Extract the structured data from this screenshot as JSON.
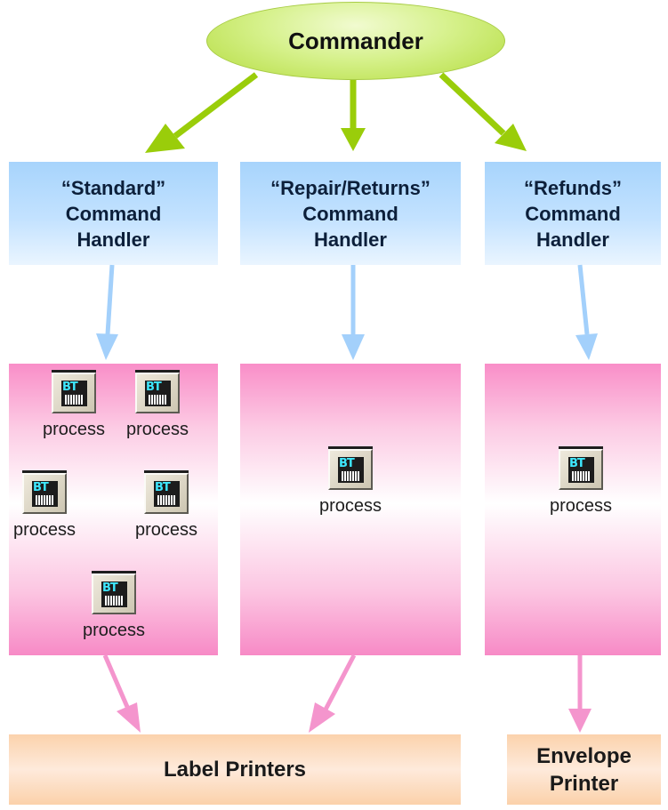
{
  "commander": {
    "label": "Commander"
  },
  "handlers": [
    {
      "lines": [
        "“Standard”",
        "Command",
        "Handler"
      ]
    },
    {
      "lines": [
        "“Repair/Returns”",
        "Command",
        "Handler"
      ]
    },
    {
      "lines": [
        "“Refunds”",
        "Command",
        "Handler"
      ]
    }
  ],
  "process_icon": {
    "glyph": "BT"
  },
  "process_label": "process",
  "printers": [
    {
      "lines": [
        "Label Printers"
      ]
    },
    {
      "lines": [
        "Envelope",
        "Printer"
      ]
    }
  ],
  "colors": {
    "green_arrow": "#9acd0a",
    "blue_arrow": "#a3d0fb",
    "pink_arrow": "#f495cd"
  }
}
